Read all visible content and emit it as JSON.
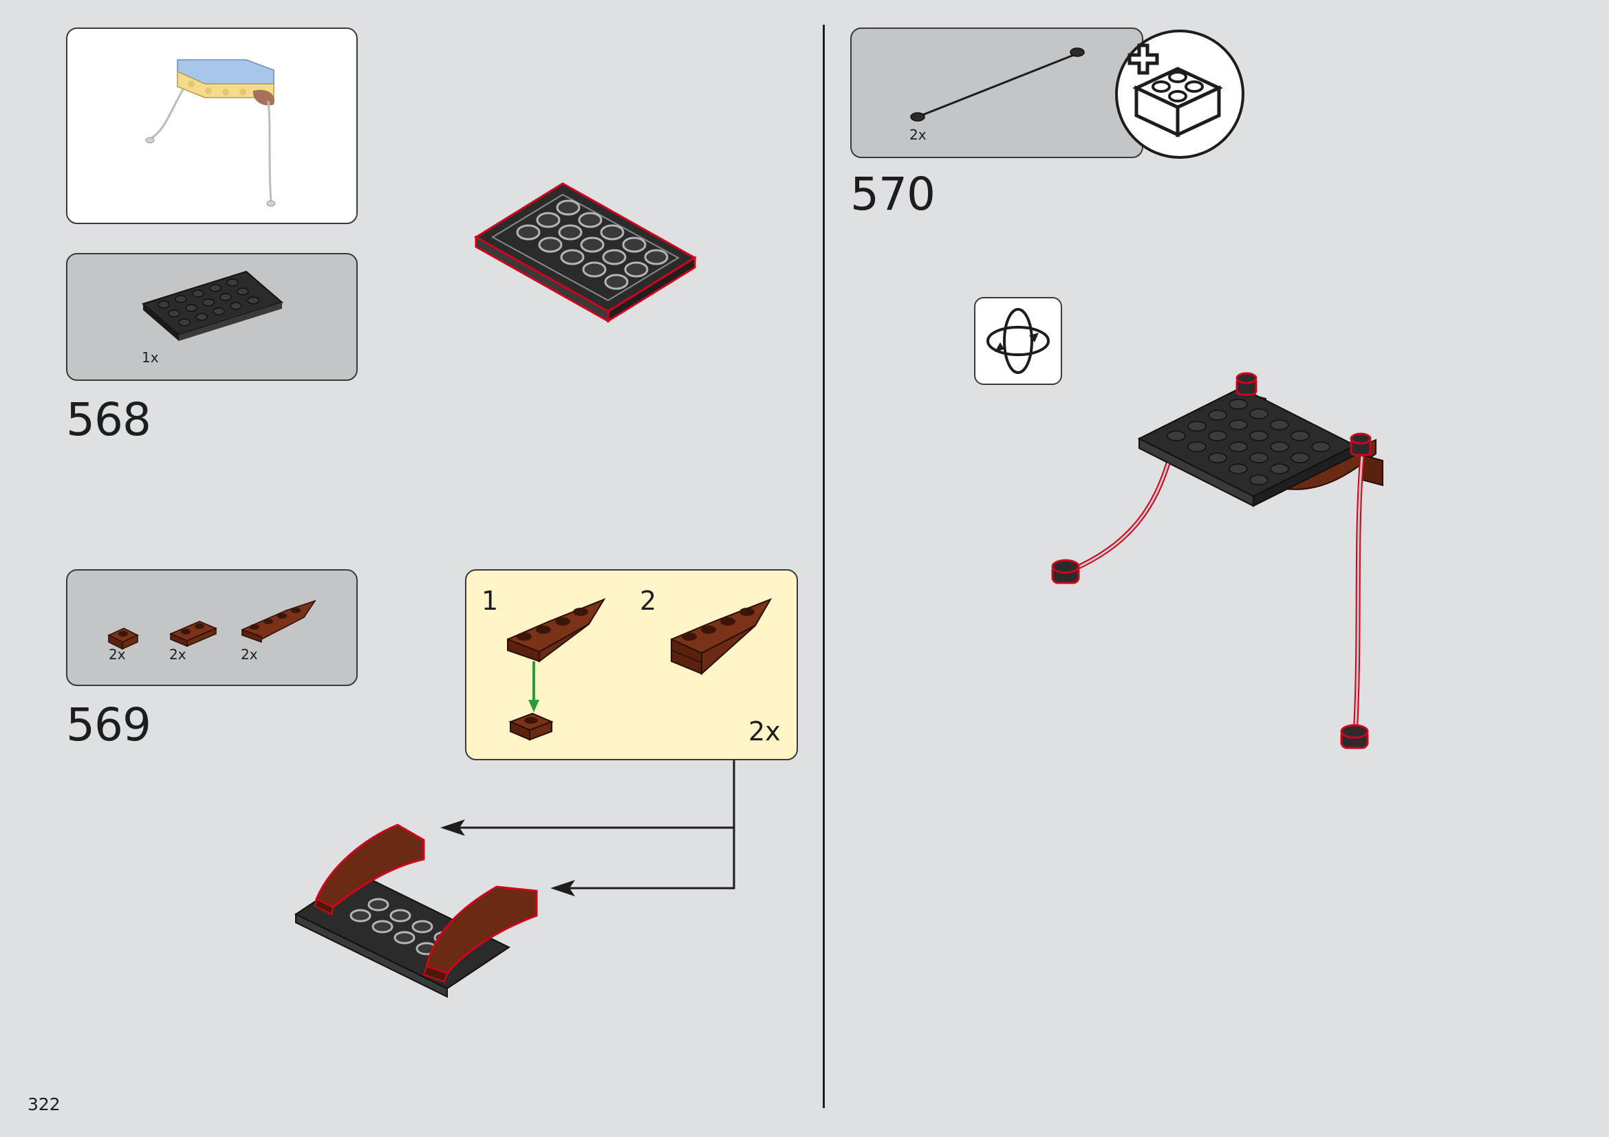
{
  "page_number": "322",
  "steps": [
    {
      "number": "568",
      "parts": [
        {
          "qty": "1x",
          "icon": "black-plate-4x6"
        }
      ]
    },
    {
      "number": "569",
      "parts": [
        {
          "qty": "2x",
          "icon": "brown-plate-1x1"
        },
        {
          "qty": "2x",
          "icon": "brown-plate-1x2"
        },
        {
          "qty": "2x",
          "icon": "brown-curved-slope"
        }
      ],
      "subassembly": {
        "sub_steps": [
          "1",
          "2"
        ],
        "multiplier": "2x"
      }
    },
    {
      "number": "570",
      "parts": [
        {
          "qty": "2x",
          "icon": "black-cable-connector"
        }
      ],
      "callouts": [
        "add-bricks-icon",
        "rotate-model-icon"
      ]
    }
  ],
  "colors": {
    "background": "#dfe0e2",
    "highlight": "#d0021b",
    "brown": "#6b2a14",
    "black_brick": "#2b2b2b",
    "callout_yellow": "#fff5c8",
    "arrow_green": "#2c9a3c"
  }
}
